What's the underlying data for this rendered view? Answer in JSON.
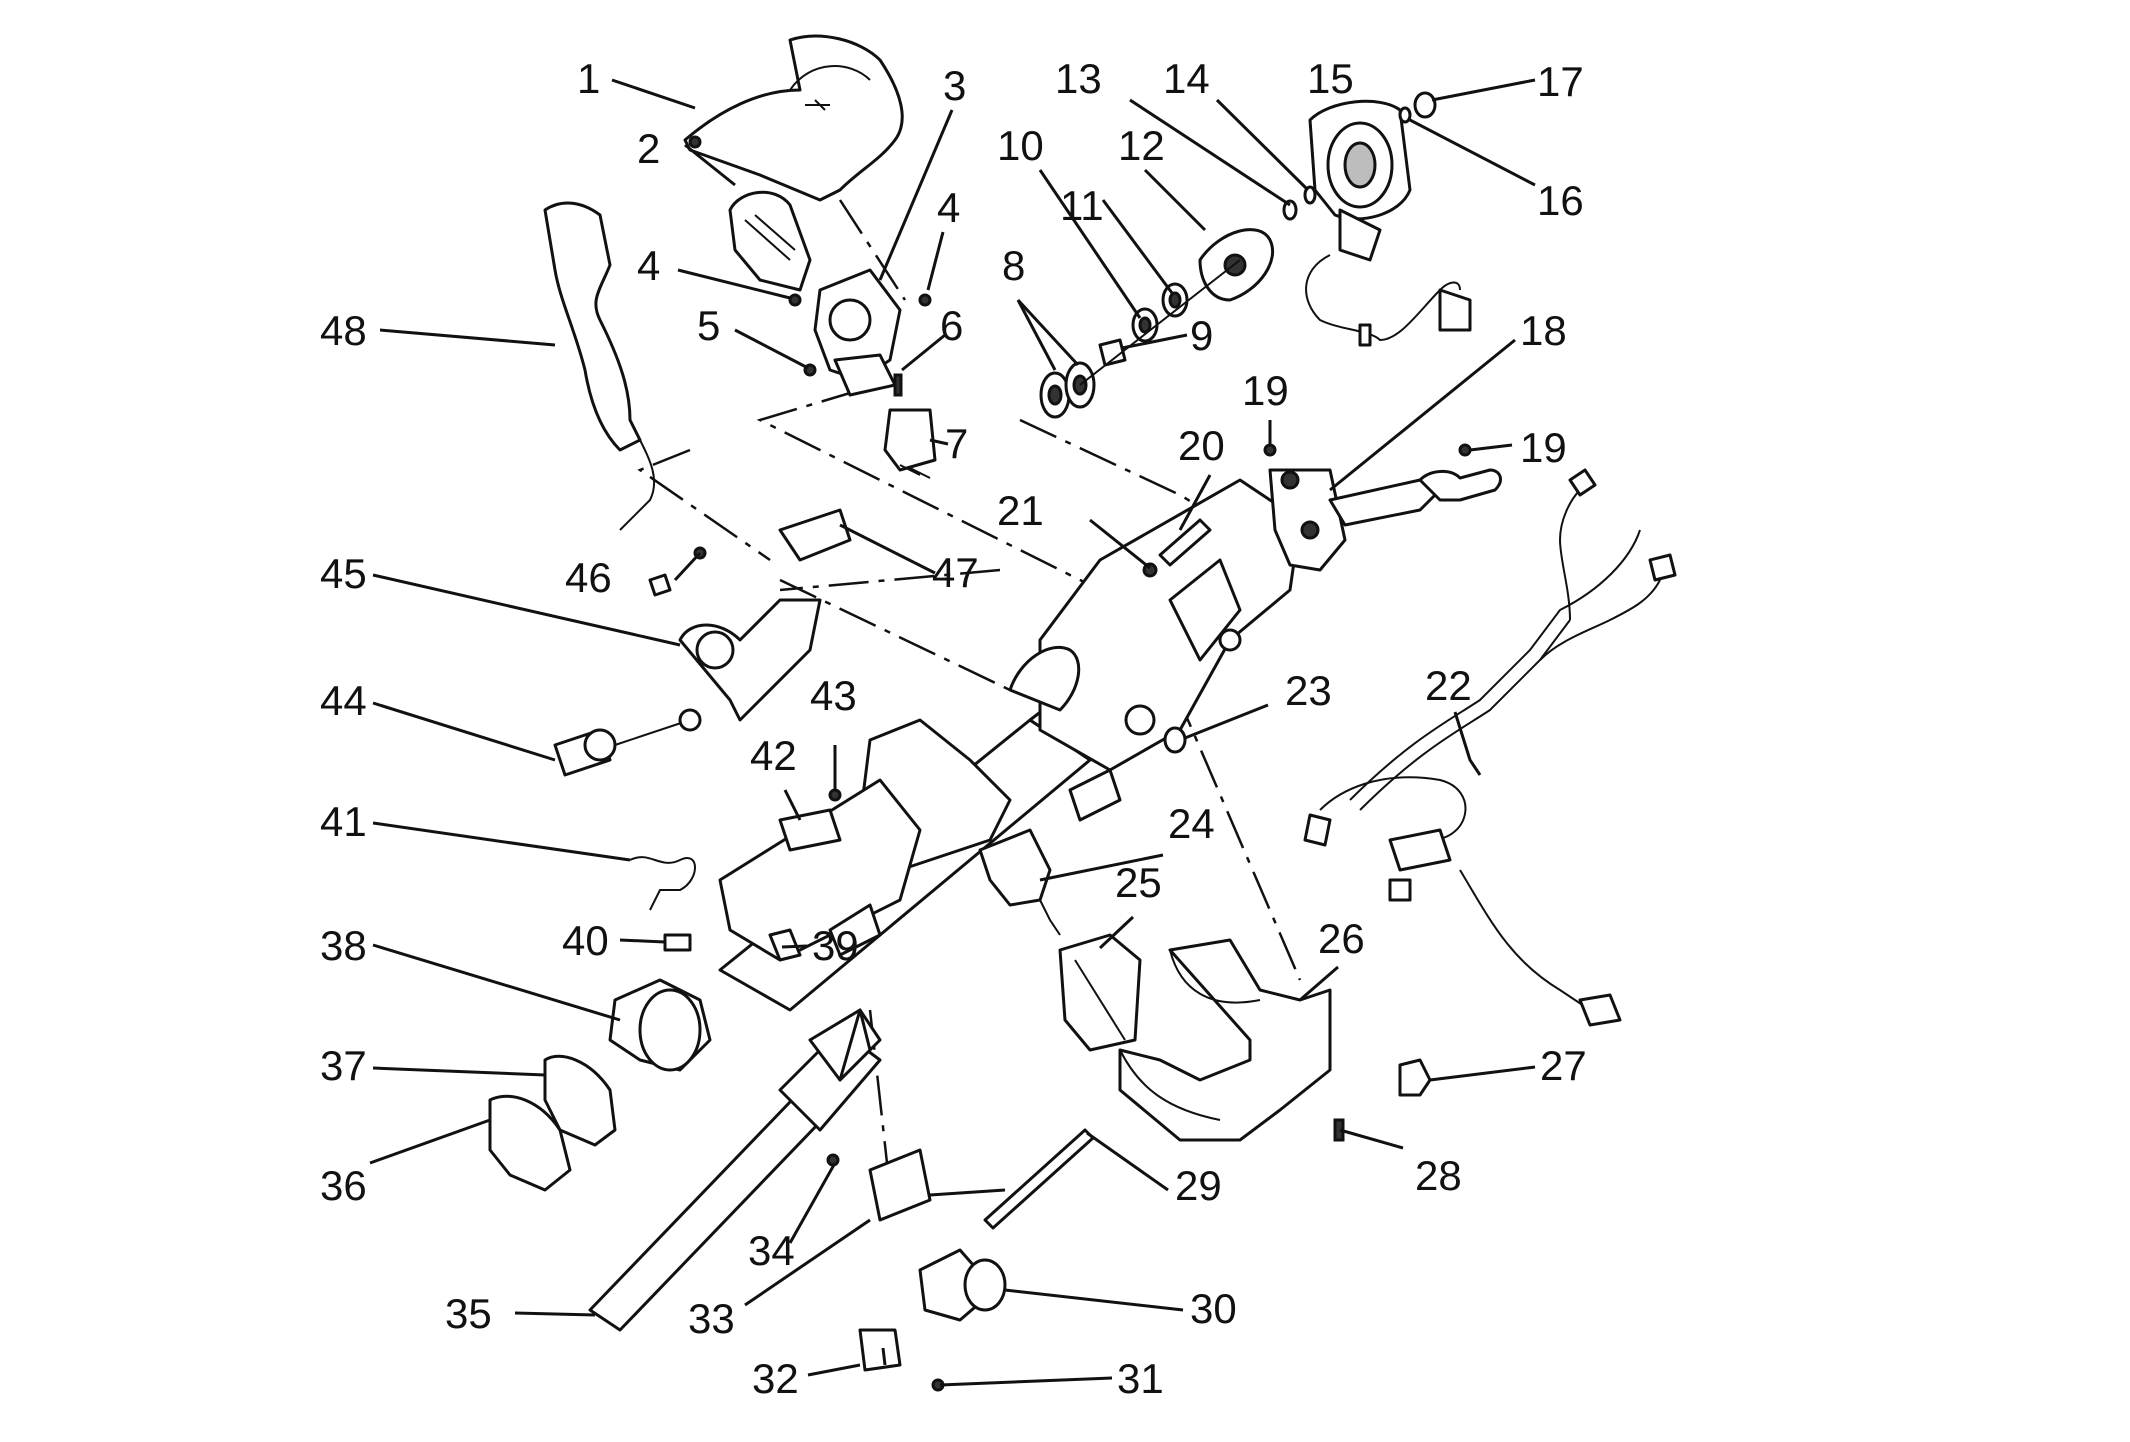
{
  "callouts": [
    "1",
    "2",
    "3",
    "4",
    "4",
    "5",
    "6",
    "7",
    "8",
    "9",
    "10",
    "11",
    "12",
    "13",
    "14",
    "15",
    "16",
    "17",
    "18",
    "19",
    "19",
    "20",
    "21",
    "22",
    "23",
    "24",
    "25",
    "26",
    "27",
    "28",
    "29",
    "30",
    "31",
    "32",
    "33",
    "34",
    "35",
    "36",
    "37",
    "38",
    "39",
    "40",
    "41",
    "42",
    "43",
    "44",
    "45",
    "46",
    "47",
    "48"
  ]
}
